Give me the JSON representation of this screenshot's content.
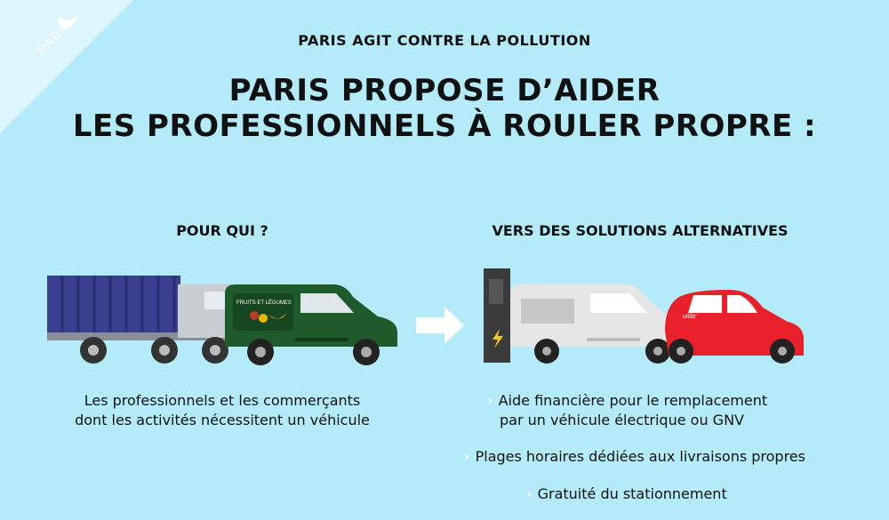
{
  "brand": {
    "logo_text": "PARIS"
  },
  "header": {
    "supertitle": "PARIS AGIT CONTRE LA POLLUTION",
    "headline_line1": "PARIS PROPOSE D’AIDER",
    "headline_line2": "LES PROFESSIONNELS À ROULER PROPRE :"
  },
  "left": {
    "title": "POUR QUI ?",
    "van_sign": "FRUITS ET LÉGUMES",
    "description_line1": "Les professionnels et les commerçants",
    "description_line2": "dont les activités nécessitent un véhicule"
  },
  "right": {
    "title": "VERS DES SOLUTIONS ALTERNATIVES",
    "car_logo": "utilib'",
    "bullets": [
      {
        "line1": "Aide financière pour le remplacement",
        "line2": "par un véhicule électrique ou GNV"
      },
      {
        "line1": "Plages horaires dédiées aux livraisons propres"
      },
      {
        "line1": "Gratuité du stationnement"
      }
    ]
  },
  "colors": {
    "background": "#b3ebf9",
    "truck_box": "#3a3f8f",
    "green_van": "#1f5a2a",
    "white_van": "#e6e6e6",
    "red_car": "#e8202a",
    "arrow": "#ffffff"
  }
}
